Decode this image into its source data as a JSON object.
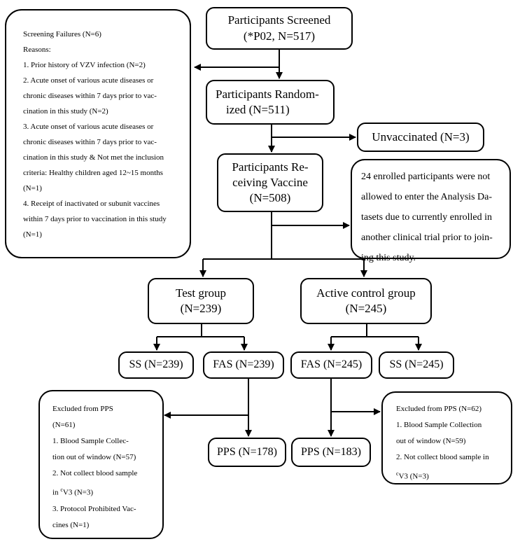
{
  "screened": {
    "line1": "Participants Screened",
    "line2": "(*P02, N=517)"
  },
  "screen_fail": {
    "title": "Screening Failures (N=6)",
    "reasons_label": "Reasons:",
    "lines": [
      "1. Prior history of VZV infection (N=2)",
      "2. Acute onset of various acute diseases or",
      "chronic diseases within 7 days prior to vac-",
      "cination in this study (N=2)",
      "3. Acute onset of various acute diseases or",
      "chronic diseases within 7 days prior to vac-",
      "cination in this study & Not met the inclusion",
      "criteria: Healthy children aged 12~15 months",
      "(N=1)",
      "4. Receipt of inactivated or subunit vaccines",
      "within 7 days prior to vaccination in this study",
      "(N=1)"
    ]
  },
  "randomized": {
    "line1": "Participants Random-",
    "line2": "ized (N=511)"
  },
  "unvaccinated": {
    "label": "Unvaccinated (N=3)"
  },
  "receiving": {
    "line1": "Participants Re-",
    "line2": "ceiving Vaccine",
    "line3": "(N=508)"
  },
  "not_allowed": {
    "lines": [
      "24 enrolled participants were not",
      "allowed to enter the Analysis Da-",
      "tasets due to currently enrolled in",
      "another clinical trial prior to join-",
      "ing this study."
    ]
  },
  "test_group": {
    "line1": "Test group",
    "line2": "(N=239)"
  },
  "control_group": {
    "line1": "Active control group",
    "line2": "(N=245)"
  },
  "ss_test": {
    "label": "SS (N=239)"
  },
  "fas_test": {
    "label": "FAS (N=239)"
  },
  "fas_control": {
    "label": "FAS (N=245)"
  },
  "ss_control": {
    "label": "SS (N=245)"
  },
  "pps_test": {
    "label": "PPS (N=178)"
  },
  "pps_control": {
    "label": "PPS (N=183)"
  },
  "excluded_test": {
    "line1": "Excluded from PPS",
    "line2": "(N=61)",
    "line3": "1. Blood Sample Collec-",
    "line4": "tion out of window (N=57)",
    "line5": "2. Not collect blood sample",
    "line6_sup": "c",
    "line6_rest": "V3 (N=3)",
    "line6_prefix": "in ",
    "line7": "3. Protocol Prohibited Vac-",
    "line8": "cines (N=1)"
  },
  "excluded_control": {
    "line1": "Excluded from PPS (N=62)",
    "line2": "1. Blood Sample Collection",
    "line3": "out of window (N=59)",
    "line4": "2. Not collect blood sample in",
    "line5_sup": "c",
    "line5_rest": "V3 (N=3)"
  }
}
